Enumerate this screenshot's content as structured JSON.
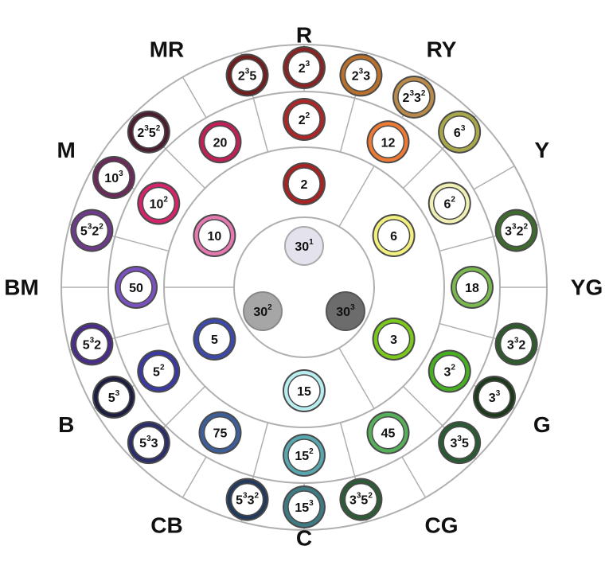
{
  "sectors": [
    {
      "key": "R",
      "label": "R",
      "angle": -90
    },
    {
      "key": "RY",
      "label": "RY",
      "angle": -60
    },
    {
      "key": "Y",
      "label": "Y",
      "angle": -30
    },
    {
      "key": "YG",
      "label": "YG",
      "angle": 0
    },
    {
      "key": "G",
      "label": "G",
      "angle": 30
    },
    {
      "key": "CG",
      "label": "CG",
      "angle": 60
    },
    {
      "key": "C",
      "label": "C",
      "angle": 90
    },
    {
      "key": "CB",
      "label": "CB",
      "angle": 120
    },
    {
      "key": "B",
      "label": "B",
      "angle": 150
    },
    {
      "key": "BM",
      "label": "BM",
      "angle": 180
    },
    {
      "key": "M",
      "label": "M",
      "angle": 210
    },
    {
      "key": "MR",
      "label": "MR",
      "angle": 240
    }
  ],
  "center": [
    {
      "name": "30-1",
      "text": [
        [
          "30",
          ""
        ],
        [
          "1",
          "sup"
        ]
      ],
      "fill": "#e4e2ec",
      "ring": "#aaaaaa",
      "angle": -90,
      "r": 0.32
    },
    {
      "name": "30-2",
      "text": [
        [
          "30",
          ""
        ],
        [
          "2",
          "sup"
        ]
      ],
      "fill": "#a6a6a6",
      "ring": "#888888",
      "angle": 150,
      "r": 0.32
    },
    {
      "name": "30-3",
      "text": [
        [
          "30",
          ""
        ],
        [
          "3",
          "sup"
        ]
      ],
      "fill": "#6c6c6c",
      "ring": "#555555",
      "angle": 30,
      "r": 0.32
    }
  ],
  "circles": [
    {
      "name": "2",
      "text": [
        [
          "2",
          ""
        ]
      ],
      "ring": "#a82424",
      "angle": -90,
      "ringIndex": 1
    },
    {
      "name": "2-sq",
      "text": [
        [
          "2",
          ""
        ],
        [
          "2",
          "sup"
        ]
      ],
      "ring": "#ac2828",
      "angle": -90,
      "ringIndex": 2
    },
    {
      "name": "2-cube",
      "text": [
        [
          "2",
          ""
        ],
        [
          "3",
          "sup"
        ]
      ],
      "ring": "#8a2424",
      "angle": -90,
      "ringIndex": 3
    },
    {
      "name": "12",
      "text": [
        [
          "12",
          ""
        ]
      ],
      "ring": "#ef7a34",
      "angle": -60,
      "ringIndex": 2
    },
    {
      "name": "2-cube-3",
      "text": [
        [
          "2",
          ""
        ],
        [
          "3",
          "sup"
        ],
        [
          "3",
          ""
        ]
      ],
      "ring": "#b8702c",
      "angle": -75,
      "ringIndex": 3
    },
    {
      "name": "2-cube-3-sq",
      "text": [
        [
          "2",
          ""
        ],
        [
          "3",
          "sup"
        ],
        [
          "3",
          ""
        ],
        [
          "2",
          "sup"
        ]
      ],
      "ring": "#b98a4a",
      "angle": -60,
      "ringIndex": 3
    },
    {
      "name": "6",
      "text": [
        [
          "6",
          ""
        ]
      ],
      "ring": "#f2f07e",
      "angle": -30,
      "ringIndex": 1
    },
    {
      "name": "6-sq",
      "text": [
        [
          "6",
          ""
        ],
        [
          "2",
          "sup"
        ]
      ],
      "ring": "#f0f0b4",
      "angle": -30,
      "ringIndex": 2
    },
    {
      "name": "6-cube",
      "text": [
        [
          "6",
          ""
        ],
        [
          "3",
          "sup"
        ]
      ],
      "ring": "#a8a84a",
      "angle": -45,
      "ringIndex": 3
    },
    {
      "name": "3-cube-2-sq",
      "text": [
        [
          "3",
          ""
        ],
        [
          "3",
          "sup"
        ],
        [
          "2",
          ""
        ],
        [
          "2",
          "sup"
        ]
      ],
      "ring": "#3e6a2e",
      "angle": -15,
      "ringIndex": 3
    },
    {
      "name": "18",
      "text": [
        [
          "18",
          ""
        ]
      ],
      "ring": "#7ab850",
      "angle": 0,
      "ringIndex": 2
    },
    {
      "name": "3-cube-2",
      "text": [
        [
          "3",
          ""
        ],
        [
          "3",
          "sup"
        ],
        [
          "2",
          ""
        ]
      ],
      "ring": "#2e5a2c",
      "angle": 15,
      "ringIndex": 3
    },
    {
      "name": "3",
      "text": [
        [
          "3",
          ""
        ]
      ],
      "ring": "#7ac81c",
      "angle": 30,
      "ringIndex": 1
    },
    {
      "name": "3-sq",
      "text": [
        [
          "3",
          ""
        ],
        [
          "2",
          "sup"
        ]
      ],
      "ring": "#46b022",
      "angle": 30,
      "ringIndex": 2
    },
    {
      "name": "3-cube",
      "text": [
        [
          "3",
          ""
        ],
        [
          "3",
          "sup"
        ]
      ],
      "ring": "#1e3a1c",
      "angle": 30,
      "ringIndex": 3
    },
    {
      "name": "45",
      "text": [
        [
          "45",
          ""
        ]
      ],
      "ring": "#56b05a",
      "angle": 60,
      "ringIndex": 2
    },
    {
      "name": "3-cube-5",
      "text": [
        [
          "3",
          ""
        ],
        [
          "3",
          "sup"
        ],
        [
          "5",
          ""
        ]
      ],
      "ring": "#2a5a34",
      "angle": 45,
      "ringIndex": 3
    },
    {
      "name": "3-cube-5-sq",
      "text": [
        [
          "3",
          ""
        ],
        [
          "3",
          "sup"
        ],
        [
          "5",
          ""
        ],
        [
          "2",
          "sup"
        ]
      ],
      "ring": "#2e5a38",
      "angle": 75,
      "ringIndex": 3
    },
    {
      "name": "15",
      "text": [
        [
          "15",
          ""
        ]
      ],
      "ring": "#b8eef0",
      "angle": 90,
      "ringIndex": 1
    },
    {
      "name": "15-sq",
      "text": [
        [
          "15",
          ""
        ],
        [
          "2",
          "sup"
        ]
      ],
      "ring": "#58a6ae",
      "angle": 90,
      "ringIndex": 2
    },
    {
      "name": "15-cube",
      "text": [
        [
          "15",
          ""
        ],
        [
          "3",
          "sup"
        ]
      ],
      "ring": "#3e7a84",
      "angle": 90,
      "ringIndex": 3
    },
    {
      "name": "75",
      "text": [
        [
          "75",
          ""
        ]
      ],
      "ring": "#3e5e9a",
      "angle": 120,
      "ringIndex": 2
    },
    {
      "name": "5-cube-3-sq",
      "text": [
        [
          "5",
          ""
        ],
        [
          "3",
          "sup"
        ],
        [
          "3",
          ""
        ],
        [
          "2",
          "sup"
        ]
      ],
      "ring": "#243a5a",
      "angle": 105,
      "ringIndex": 3
    },
    {
      "name": "5-cube-3",
      "text": [
        [
          "5",
          ""
        ],
        [
          "3",
          "sup"
        ],
        [
          "3",
          ""
        ]
      ],
      "ring": "#2c2e6a",
      "angle": 135,
      "ringIndex": 3
    },
    {
      "name": "5",
      "text": [
        [
          "5",
          ""
        ]
      ],
      "ring": "#3e4aaa",
      "angle": 150,
      "ringIndex": 1
    },
    {
      "name": "5-sq",
      "text": [
        [
          "5",
          ""
        ],
        [
          "2",
          "sup"
        ]
      ],
      "ring": "#3a3aa0",
      "angle": 150,
      "ringIndex": 2
    },
    {
      "name": "5-cube",
      "text": [
        [
          "5",
          ""
        ],
        [
          "3",
          "sup"
        ]
      ],
      "ring": "#1e1e40",
      "angle": 150,
      "ringIndex": 3
    },
    {
      "name": "50",
      "text": [
        [
          "50",
          ""
        ]
      ],
      "ring": "#7a52c0",
      "angle": 180,
      "ringIndex": 2
    },
    {
      "name": "5-cube-2",
      "text": [
        [
          "5",
          ""
        ],
        [
          "3",
          "sup"
        ],
        [
          "2",
          ""
        ]
      ],
      "ring": "#4a2c8a",
      "angle": 165,
      "ringIndex": 3
    },
    {
      "name": "5-cube-2-sq",
      "text": [
        [
          "5",
          ""
        ],
        [
          "3",
          "sup"
        ],
        [
          "2",
          ""
        ],
        [
          "2",
          "sup"
        ]
      ],
      "ring": "#6e3a8a",
      "angle": 195,
      "ringIndex": 3
    },
    {
      "name": "10",
      "text": [
        [
          "10",
          ""
        ]
      ],
      "ring": "#e678b0",
      "angle": 210,
      "ringIndex": 1
    },
    {
      "name": "10-sq",
      "text": [
        [
          "10",
          ""
        ],
        [
          "2",
          "sup"
        ]
      ],
      "ring": "#d4246a",
      "angle": 210,
      "ringIndex": 2
    },
    {
      "name": "10-cube",
      "text": [
        [
          "10",
          ""
        ],
        [
          "3",
          "sup"
        ]
      ],
      "ring": "#6a2a5a",
      "angle": 210,
      "ringIndex": 3
    },
    {
      "name": "20",
      "text": [
        [
          "20",
          ""
        ]
      ],
      "ring": "#c02058",
      "angle": 240,
      "ringIndex": 2
    },
    {
      "name": "2-cube-5-sq",
      "text": [
        [
          "2",
          ""
        ],
        [
          "3",
          "sup"
        ],
        [
          "5",
          ""
        ],
        [
          "2",
          "sup"
        ]
      ],
      "ring": "#4a1e30",
      "angle": 225,
      "ringIndex": 3
    },
    {
      "name": "2-cube-5",
      "text": [
        [
          "2",
          ""
        ],
        [
          "3",
          "sup"
        ],
        [
          "5",
          ""
        ]
      ],
      "ring": "#6e2020",
      "angle": 255,
      "ringIndex": 3
    }
  ]
}
